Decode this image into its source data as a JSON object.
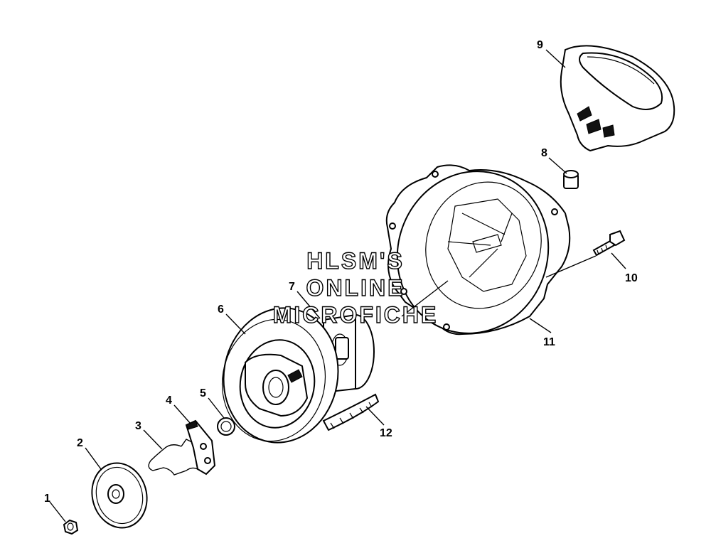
{
  "watermark": {
    "line1": "HLSM'S",
    "line2": "ONLINE",
    "line3": "MICROFICHE"
  },
  "callouts": {
    "c1": "1",
    "c2": "2",
    "c3": "3",
    "c4": "4",
    "c5": "5",
    "c6": "6",
    "c7": "7",
    "c8": "8",
    "c9": "9",
    "c10": "10",
    "c11": "11",
    "c12": "12"
  }
}
